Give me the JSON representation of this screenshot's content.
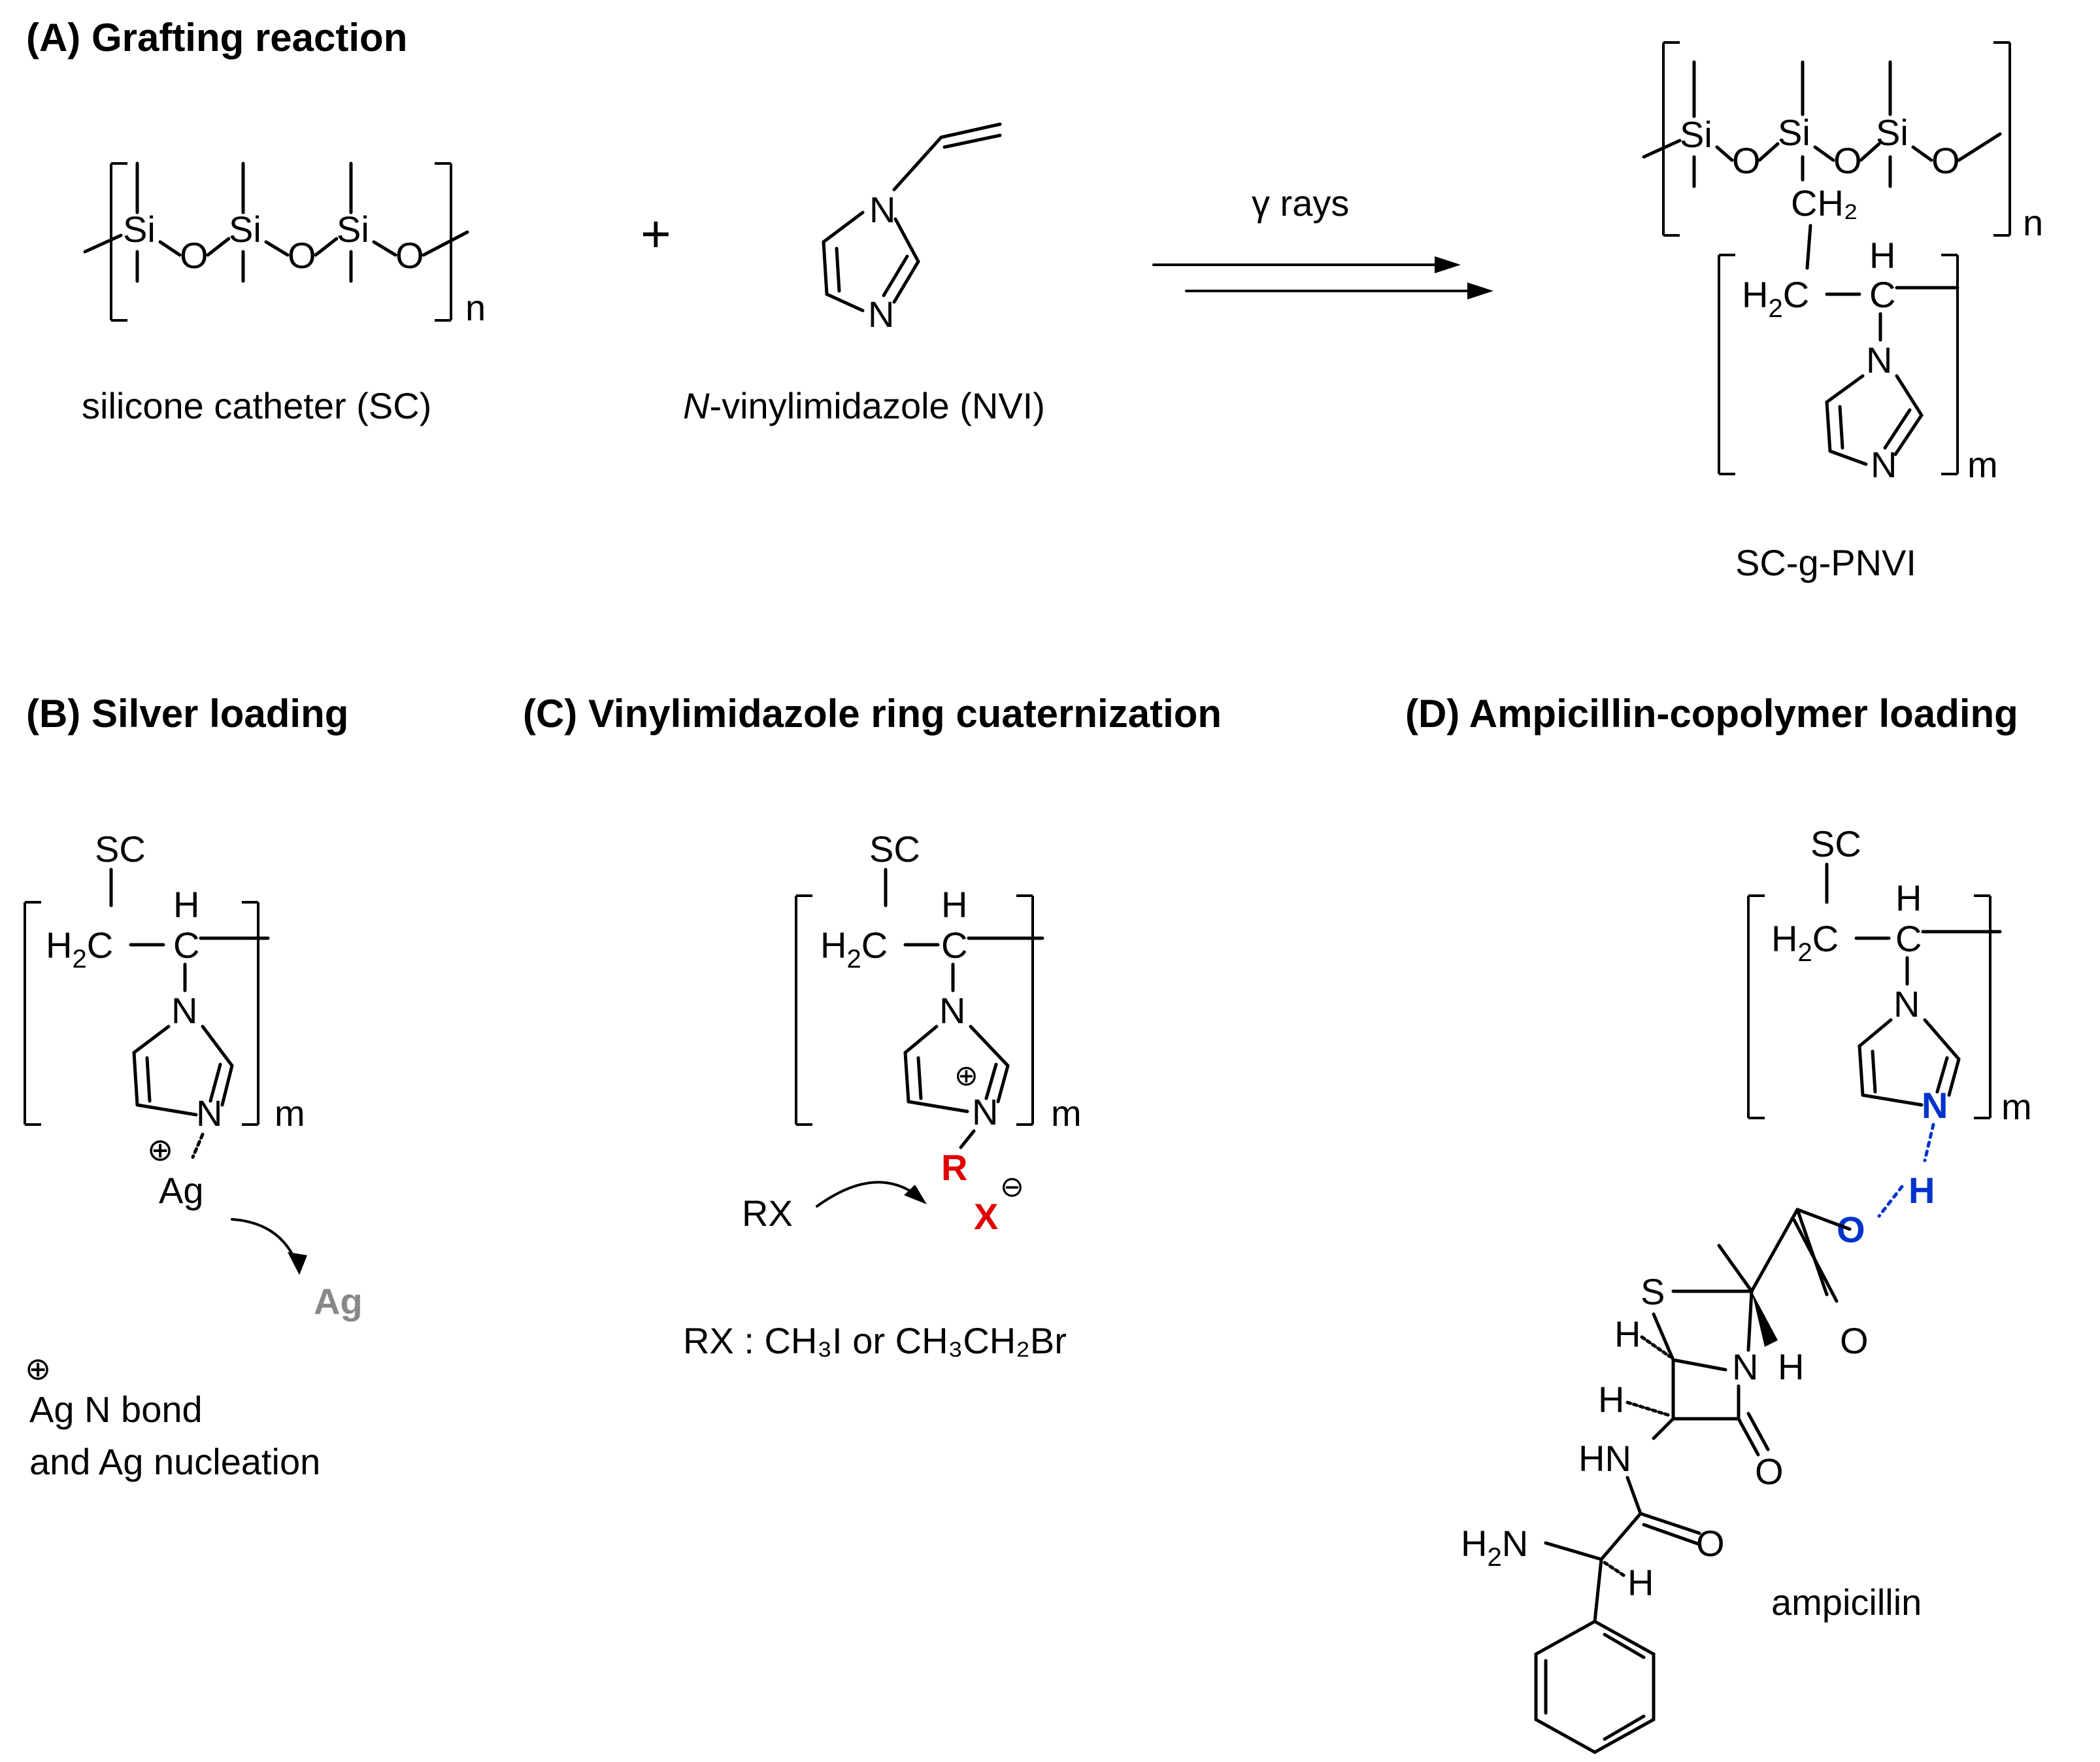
{
  "panels": {
    "A": {
      "heading": "(A) Grafting reaction",
      "reactant1_name": "silicone catheter (SC)",
      "plus": "+",
      "reactant2_name_italic": "N",
      "reactant2_name_rest": "-vinylimidazole (NVI)",
      "condition": "γ rays",
      "product_name": "SC-g-PNVI",
      "repeat_n": "n",
      "repeat_m": "m"
    },
    "B": {
      "heading": "(B) Silver loading",
      "note_line1": "Ag N bond",
      "note_line2": "and Ag nucleation",
      "product_atom": "Ag"
    },
    "C": {
      "heading": "(C) Vinylimidazole ring cuaternization",
      "reagent": "RX",
      "group_r": "R",
      "group_x": "X",
      "rx_note": "RX : CH₃I or CH₃CH₂Br"
    },
    "D": {
      "heading": "(D) Ampicillin-copolymer loading",
      "drug_name": "ampicillin"
    }
  },
  "atoms": {
    "si": "Si",
    "o": "O",
    "n": "N",
    "h": "H",
    "c": "C",
    "s": "S",
    "sc": "SC",
    "ag": "Ag",
    "h2": "H₂",
    "ch2": "CH₂",
    "hn": "HN",
    "plus_charge": "⊕",
    "minus_charge": "⊖"
  },
  "colors": {
    "quaternizing_group": "#e00000",
    "hydrogen_bond": "#0033cc",
    "nucleated_silver": "#888888"
  }
}
